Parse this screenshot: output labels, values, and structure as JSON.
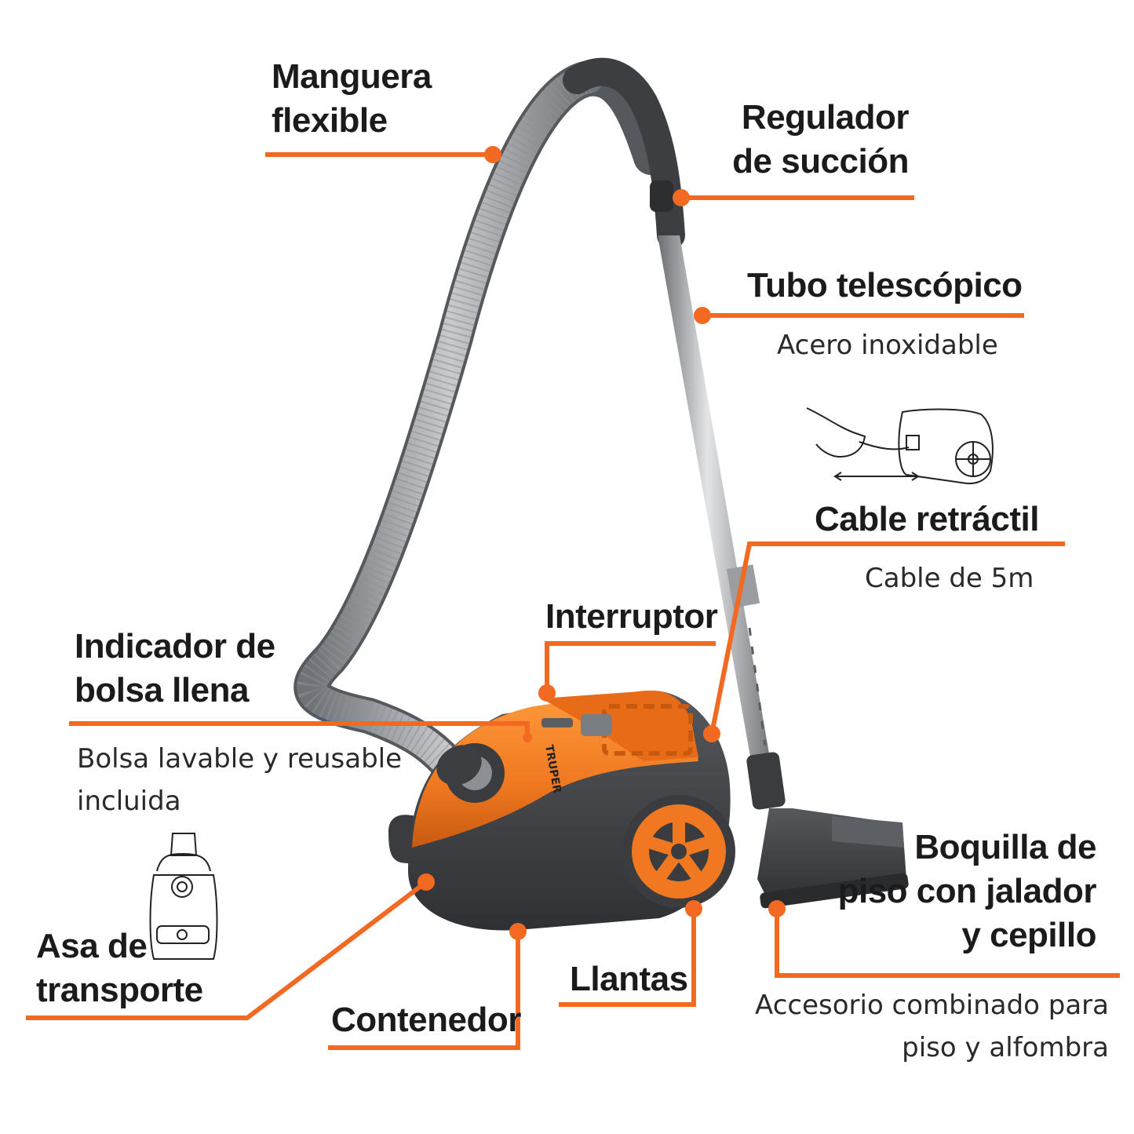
{
  "accent": "#f26a21",
  "product": {
    "name": "vacuum-cleaner",
    "body_color": "#f07820",
    "dark_color": "#3f4144",
    "brand_badge": "TRUPER"
  },
  "callouts": {
    "manguera": {
      "lines": [
        "Manguera",
        "flexible"
      ]
    },
    "regulador": {
      "lines": [
        "Regulador",
        "de succión"
      ]
    },
    "tubo": {
      "title": "Tubo telescópico",
      "detail": "Acero inoxidable"
    },
    "cable": {
      "title": "Cable retráctil",
      "detail": "Cable de 5m"
    },
    "interruptor": {
      "title": "Interruptor"
    },
    "indicador": {
      "lines": [
        "Indicador de",
        "bolsa llena"
      ],
      "detail_lines": [
        "Bolsa lavable y reusable",
        "incluida"
      ]
    },
    "asa": {
      "lines": [
        "Asa de",
        "transporte"
      ]
    },
    "contenedor": {
      "title": "Contenedor"
    },
    "llantas": {
      "title": "Llantas"
    },
    "boquilla": {
      "lines": [
        "Boquilla de",
        "piso con jalador",
        "y cepillo"
      ],
      "detail_lines": [
        "Accesorio combinado para",
        "piso y alfombra"
      ]
    }
  },
  "icons": [
    "retractable-cable-pictogram",
    "carry-handle-pictogram"
  ]
}
